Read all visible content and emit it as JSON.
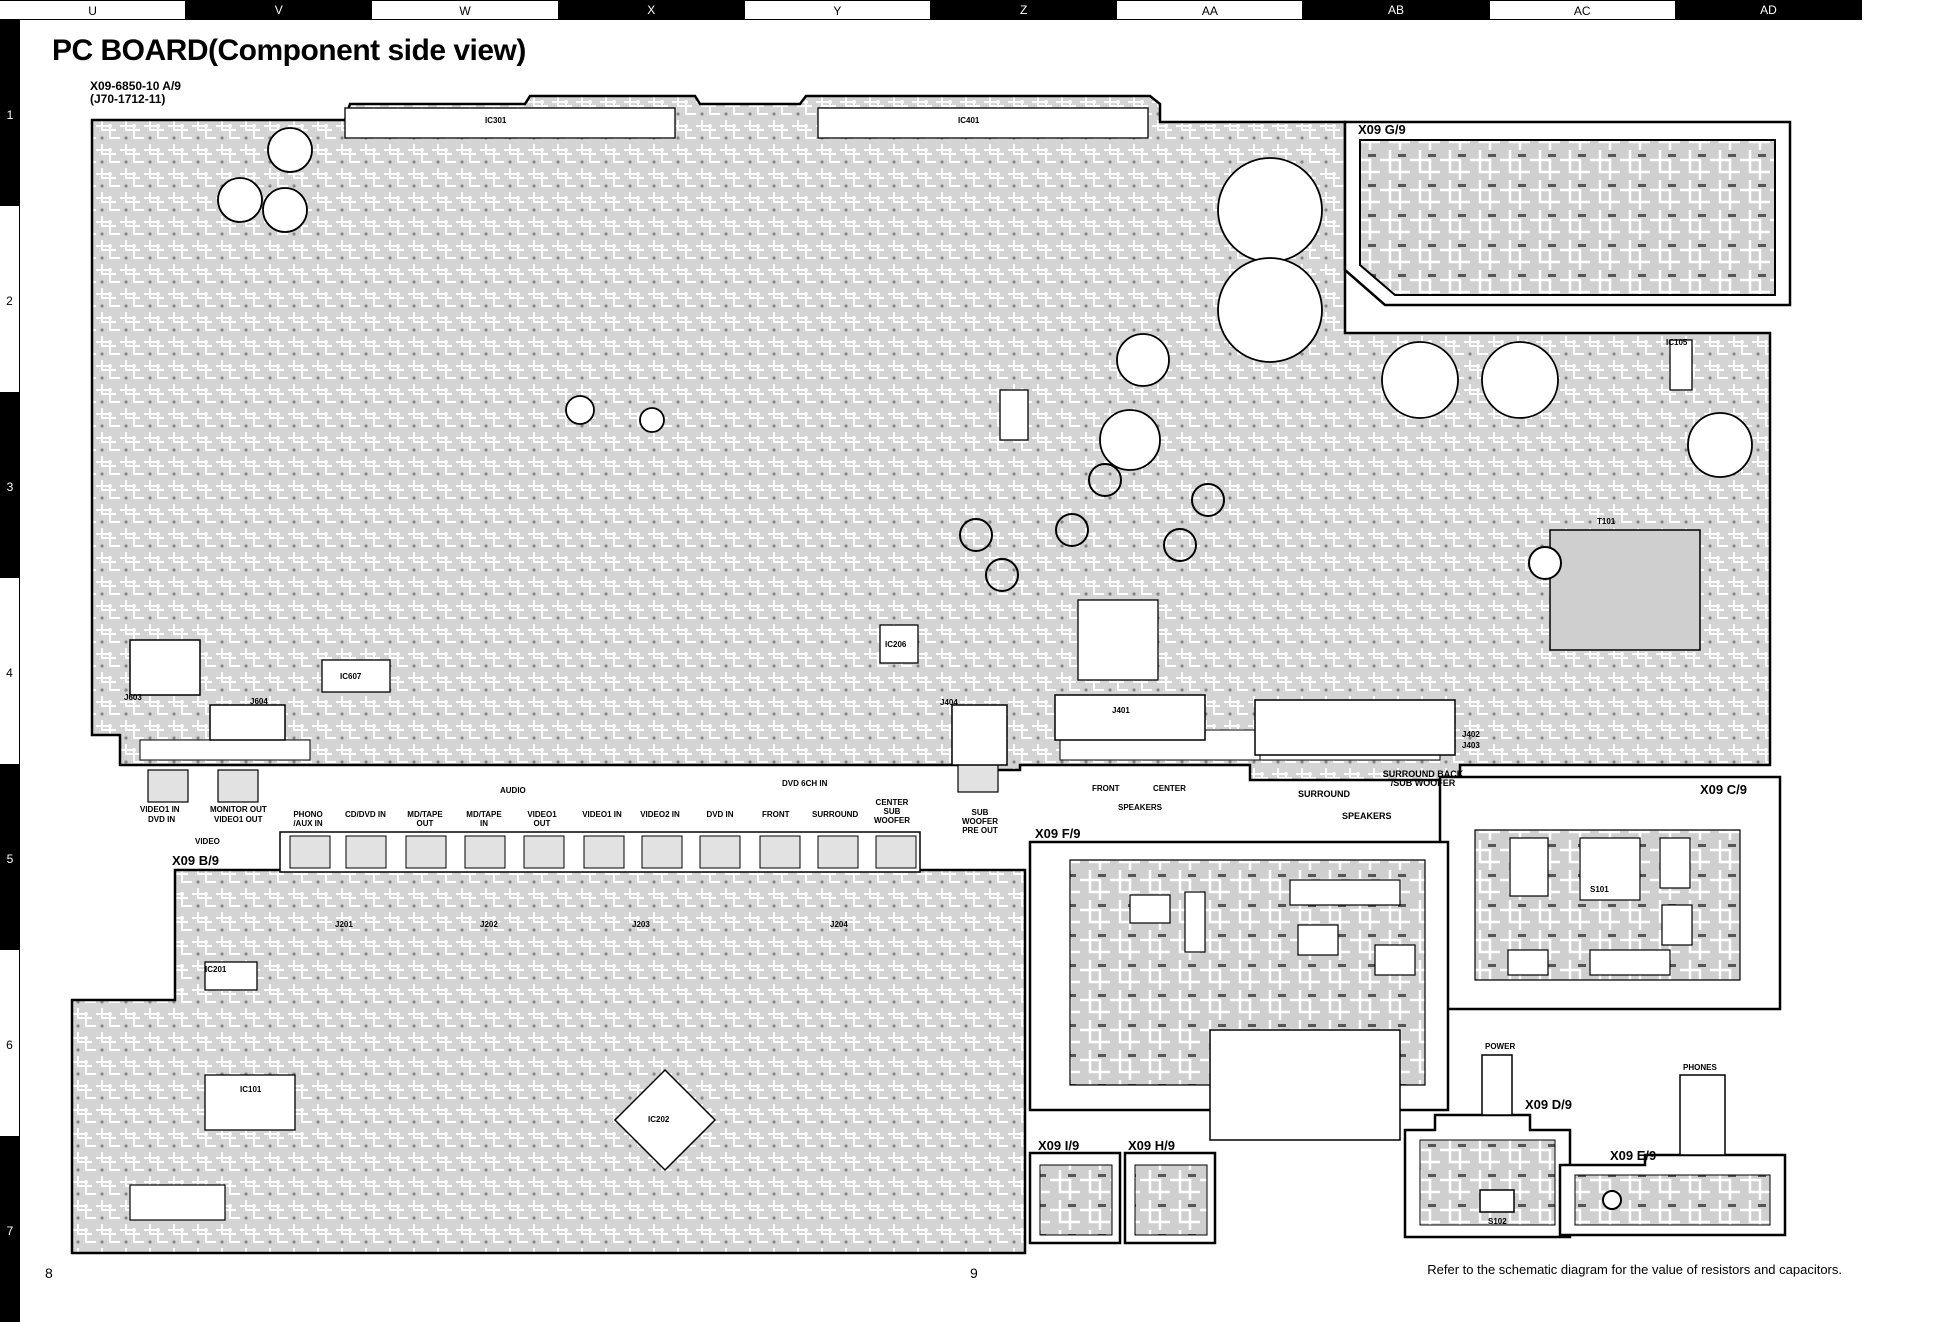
{
  "grid": {
    "columns": [
      "U",
      "V",
      "W",
      "X",
      "Y",
      "Z",
      "AA",
      "AB",
      "AC",
      "AD"
    ],
    "rows": [
      "1",
      "2",
      "3",
      "4",
      "5",
      "6",
      "7"
    ]
  },
  "title": "PC BOARD(Component side view)",
  "main_board": {
    "id": "X09-6850-10 A/9",
    "sub_id": "(J70-1712-11)"
  },
  "subboards": {
    "g": "X09 G/9",
    "b": "X09 B/9",
    "c": "X09 C/9",
    "f": "X09 F/9",
    "d": "X09 D/9",
    "e": "X09 E/9",
    "i": "X09 I/9",
    "h": "X09 H/9"
  },
  "connector_labels": {
    "video1_in": "VIDEO1 IN",
    "dvd_in": "DVD IN",
    "monitor_out": "MONITOR OUT",
    "video1_out": "VIDEO1 OUT",
    "video": "VIDEO",
    "sub_woofer_pre_out": "SUB WOOFER PRE OUT",
    "audio": "AUDIO",
    "dvd_6ch_in": "DVD 6CH IN",
    "phono_aux_in": "PHONO /AUX IN",
    "cd_dvd_in": "CD/DVD IN",
    "md_tape_out": "MD/TAPE OUT",
    "md_tape_in": "MD/TAPE IN",
    "video1_out2": "VIDEO1 OUT",
    "video1_in2": "VIDEO1 IN",
    "video2_in": "VIDEO2 IN",
    "dvd_in2": "DVD IN",
    "front": "FRONT",
    "surround": "SURROUND",
    "center_sub_woofer": "CENTER SUB WOOFER",
    "speakers_front_center": "SPEAKERS",
    "front_label": "FRONT",
    "center_label": "CENTER",
    "surround_label": "SURROUND",
    "surround_back": "SURROUND BACK /SUB WOOFER",
    "speakers_surround": "SPEAKERS",
    "power": "POWER",
    "phones": "PHONES"
  },
  "ics": {
    "ic301": "IC301",
    "ic401": "IC401",
    "ic607": "IC607",
    "ic206": "IC206",
    "ic105": "IC105",
    "ic201": "IC201",
    "ic101": "IC101",
    "ic202": "IC202",
    "j401": "J401",
    "j201": "J201",
    "j202": "J202",
    "j203": "J203",
    "j204": "J204",
    "j603": "J603",
    "j604": "J604",
    "j404": "J404",
    "j402": "J402",
    "j403": "J403",
    "s101": "S101",
    "s102": "S102",
    "t101": "T101"
  },
  "page_numbers": {
    "left": "8",
    "right": "9"
  },
  "footnote": "Refer to the schematic diagram for the value of resistors and capacitors."
}
